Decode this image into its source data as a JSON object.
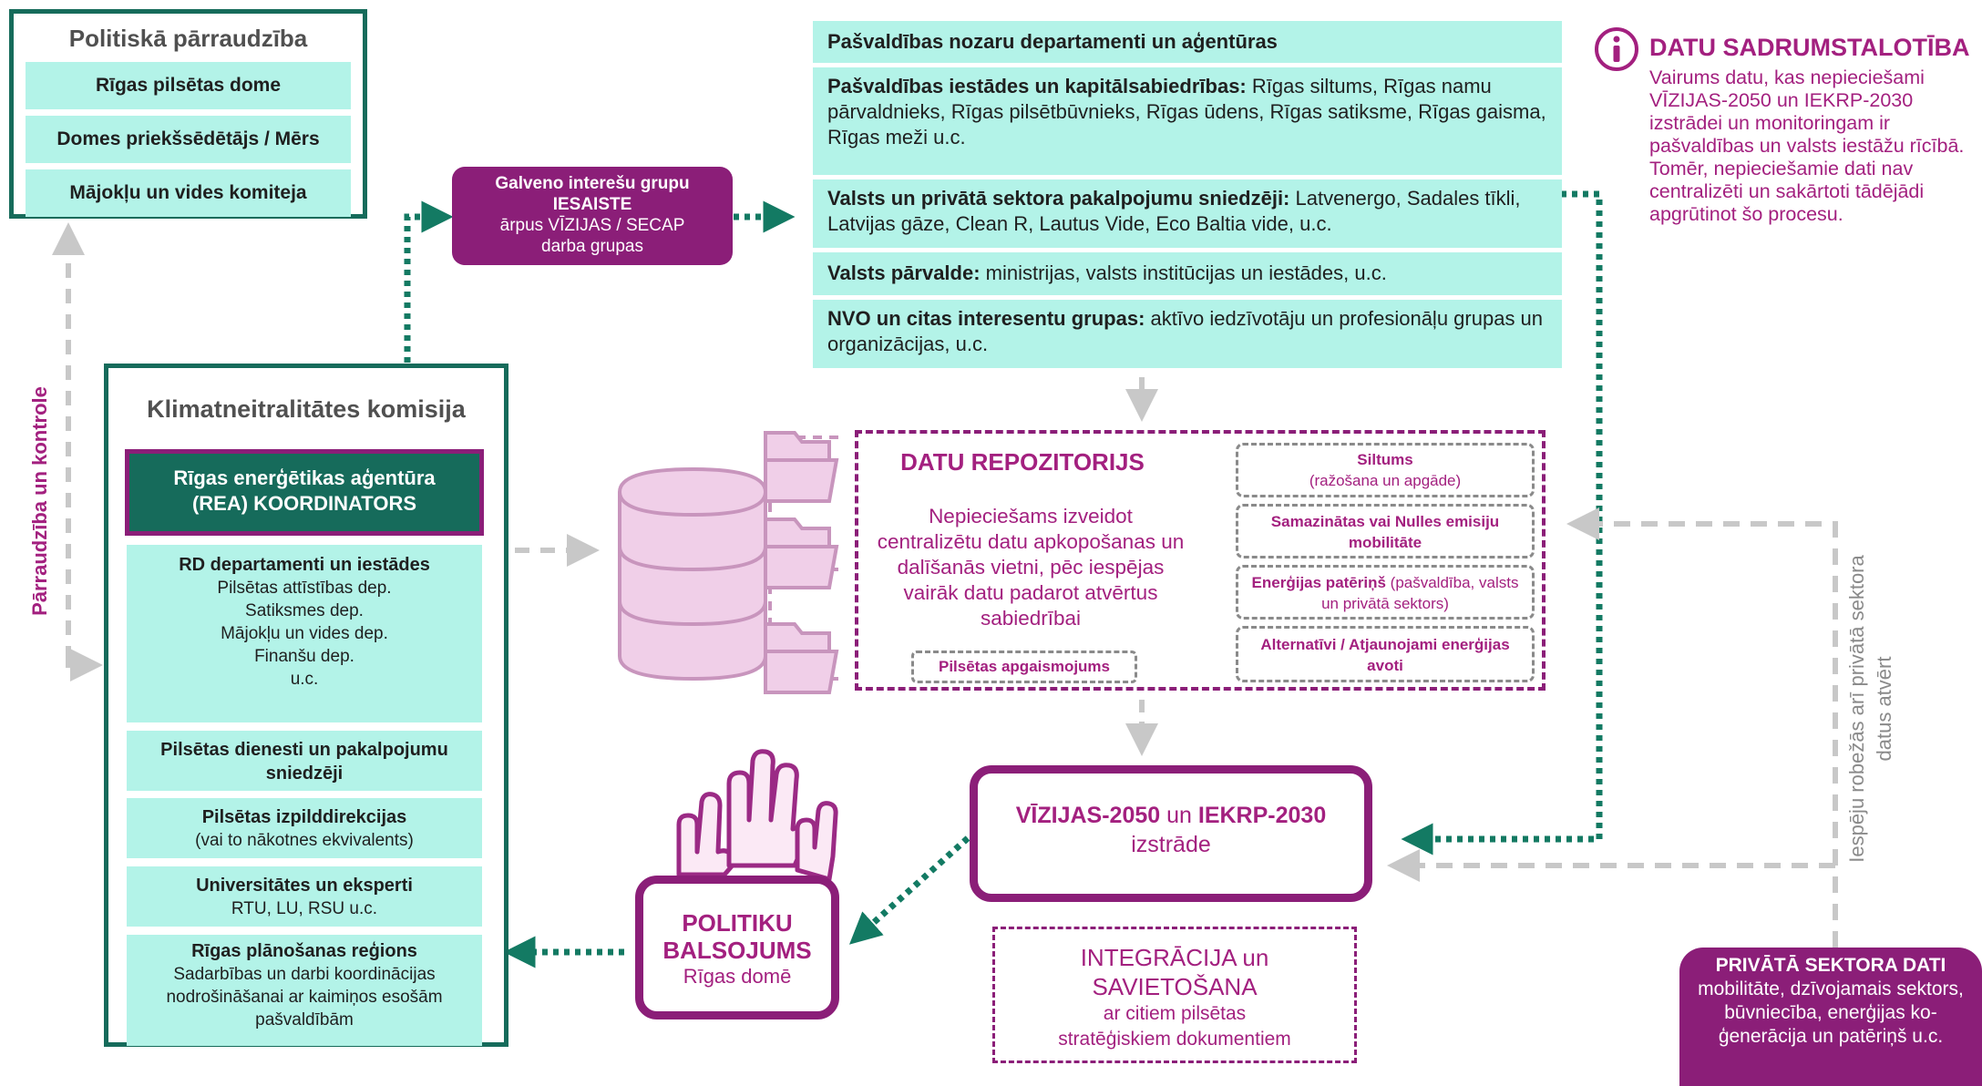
{
  "political_oversight": {
    "title": "Politiskā pārraudzība",
    "items": [
      "Rīgas pilsētas dome",
      "Domes priekšsēdētājs / Mērs",
      "Mājokļu un vides komiteja"
    ]
  },
  "oversight_label": "Pārraudzība un kontrole",
  "stakeholder_box": {
    "line1": "Galveno interešu grupu",
    "line2": "IESAISTE",
    "line3": "ārpus VĪZIJAS / SECAP",
    "line4": "darba grupas"
  },
  "stakeholders": [
    {
      "bold": "Pašvaldības nozaru departamenti un aģentūras",
      "text": ""
    },
    {
      "bold": "Pašvaldības iestādes un kapitālsabiedrības:",
      "text": " Rīgas siltums, Rīgas namu pārvaldnieks, Rīgas pilsētbūvnieks, Rīgas ūdens, Rīgas satiksme, Rīgas gaisma, Rīgas meži u.c."
    },
    {
      "bold": "Valsts un privātā sektora pakalpojumu sniedzēji:",
      "text": " Latvenergo, Sadales tīkli, Latvijas gāze, Clean R, Lautus Vide, Eco Baltia vide, u.c."
    },
    {
      "bold": "Valsts pārvalde:",
      "text": " ministrijas, valsts institūcijas un iestādes, u.c."
    },
    {
      "bold": "NVO un citas interesentu grupas:",
      "text": " aktīvo iedzīvotāju un profesionāļu grupas un organizācijas, u.c."
    }
  ],
  "data_fragmentation": {
    "title": "DATU SADRUMSTALOTĪBA",
    "text": "Vairums datu, kas nepieciešami VĪZIJAS-2050 un IEKRP-2030 izstrādei un monitoringam ir pašvaldības un valsts iestāžu rīcībā. Tomēr, nepieciešamie dati nav centralizēti un sakārtoti tādējādi apgrūtinot šo procesu."
  },
  "commission": {
    "title": "Klimatneitralitātes komisija",
    "coordinator": "Rīgas enerģētikas aģentūra (REA)  KOORDINATORS",
    "rd_title": "RD departamenti un iestādes",
    "rd_items": [
      "Pilsētas attīstības dep.",
      "Satiksmes dep.",
      "Mājokļu un vides dep.",
      "Finanšu dep.",
      "u.c."
    ],
    "services": "Pilsētas dienesti un pakalpojumu sniedzēji",
    "exec_title": "Pilsētas izpilddirekcijas",
    "exec_sub": "(vai to nākotnes ekvivalents)",
    "uni_title": "Universitātes un eksperti",
    "uni_sub": "RTU, LU, RSU u.c.",
    "region_title": "Rīgas plānošanas reģions",
    "region_sub": "Sadarbības un darbi koordinācijas nodrošināšanai ar kaimiņos esošām pašvaldībām"
  },
  "repository": {
    "title": "DATU REPOZITORIJS",
    "text": "Nepieciešams izveidot centralizētu datu apkopošanas un dalīšanās vietni, pēc iespējas vairāk datu padarot atvērtus sabiedrībai",
    "lighting": "Pilsētas apgaismojums",
    "categories": [
      {
        "bold": "Siltums",
        "text": "(ražošana un apgāde)"
      },
      {
        "bold": "Samazinātas vai Nulles emisiju mobilitāte",
        "text": ""
      },
      {
        "bold": "Enerģijas patēriņš",
        "text": " (pašvaldība, valsts un privātā sektors)"
      },
      {
        "bold": "Alternatīvi / Atjaunojami enerģijas avoti",
        "text": ""
      }
    ]
  },
  "vision": {
    "part1": "VĪZIJAS-2050",
    "part2": " un ",
    "part3": "IEKRP-2030",
    "line2": "izstrāde"
  },
  "voting": {
    "line1": "POLITIKU",
    "line2": "BALSOJUMS",
    "line3": "Rīgas domē"
  },
  "integration": {
    "line1": "INTEGRĀCIJA un",
    "line2": "SAVIETOŠANA",
    "line3": "ar citiem pilsētas",
    "line4": "stratēģiskiem dokumentiem"
  },
  "private_data_label": "Iespēju robežās arī privātā sektora datus atvērt",
  "private_data": {
    "title": "PRIVĀTĀ SEKTORA DATI",
    "text": "mobilitāte, dzīvojamais sektors, būvniecība, enerģijas ko-ģenerācija un patēriņš u.c."
  }
}
